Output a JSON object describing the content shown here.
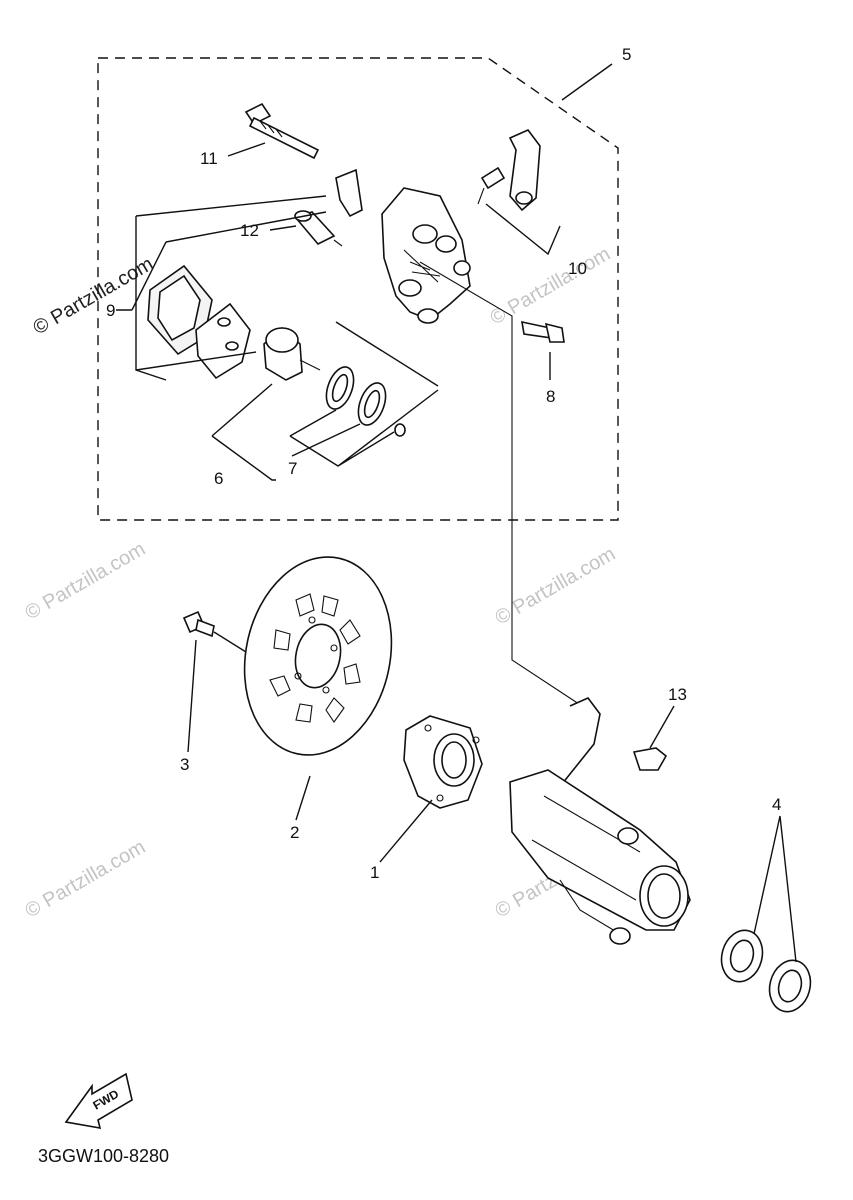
{
  "callouts": {
    "c1": "1",
    "c2": "2",
    "c3": "3",
    "c4": "4",
    "c5": "5",
    "c6": "6",
    "c7": "7",
    "c8": "8",
    "c9": "9",
    "c10": "10",
    "c11": "11",
    "c12": "12",
    "c13": "13"
  },
  "watermark": "© Partzilla.com",
  "fwd_label": "FWD",
  "diagram_code": "3GGW100-8280"
}
